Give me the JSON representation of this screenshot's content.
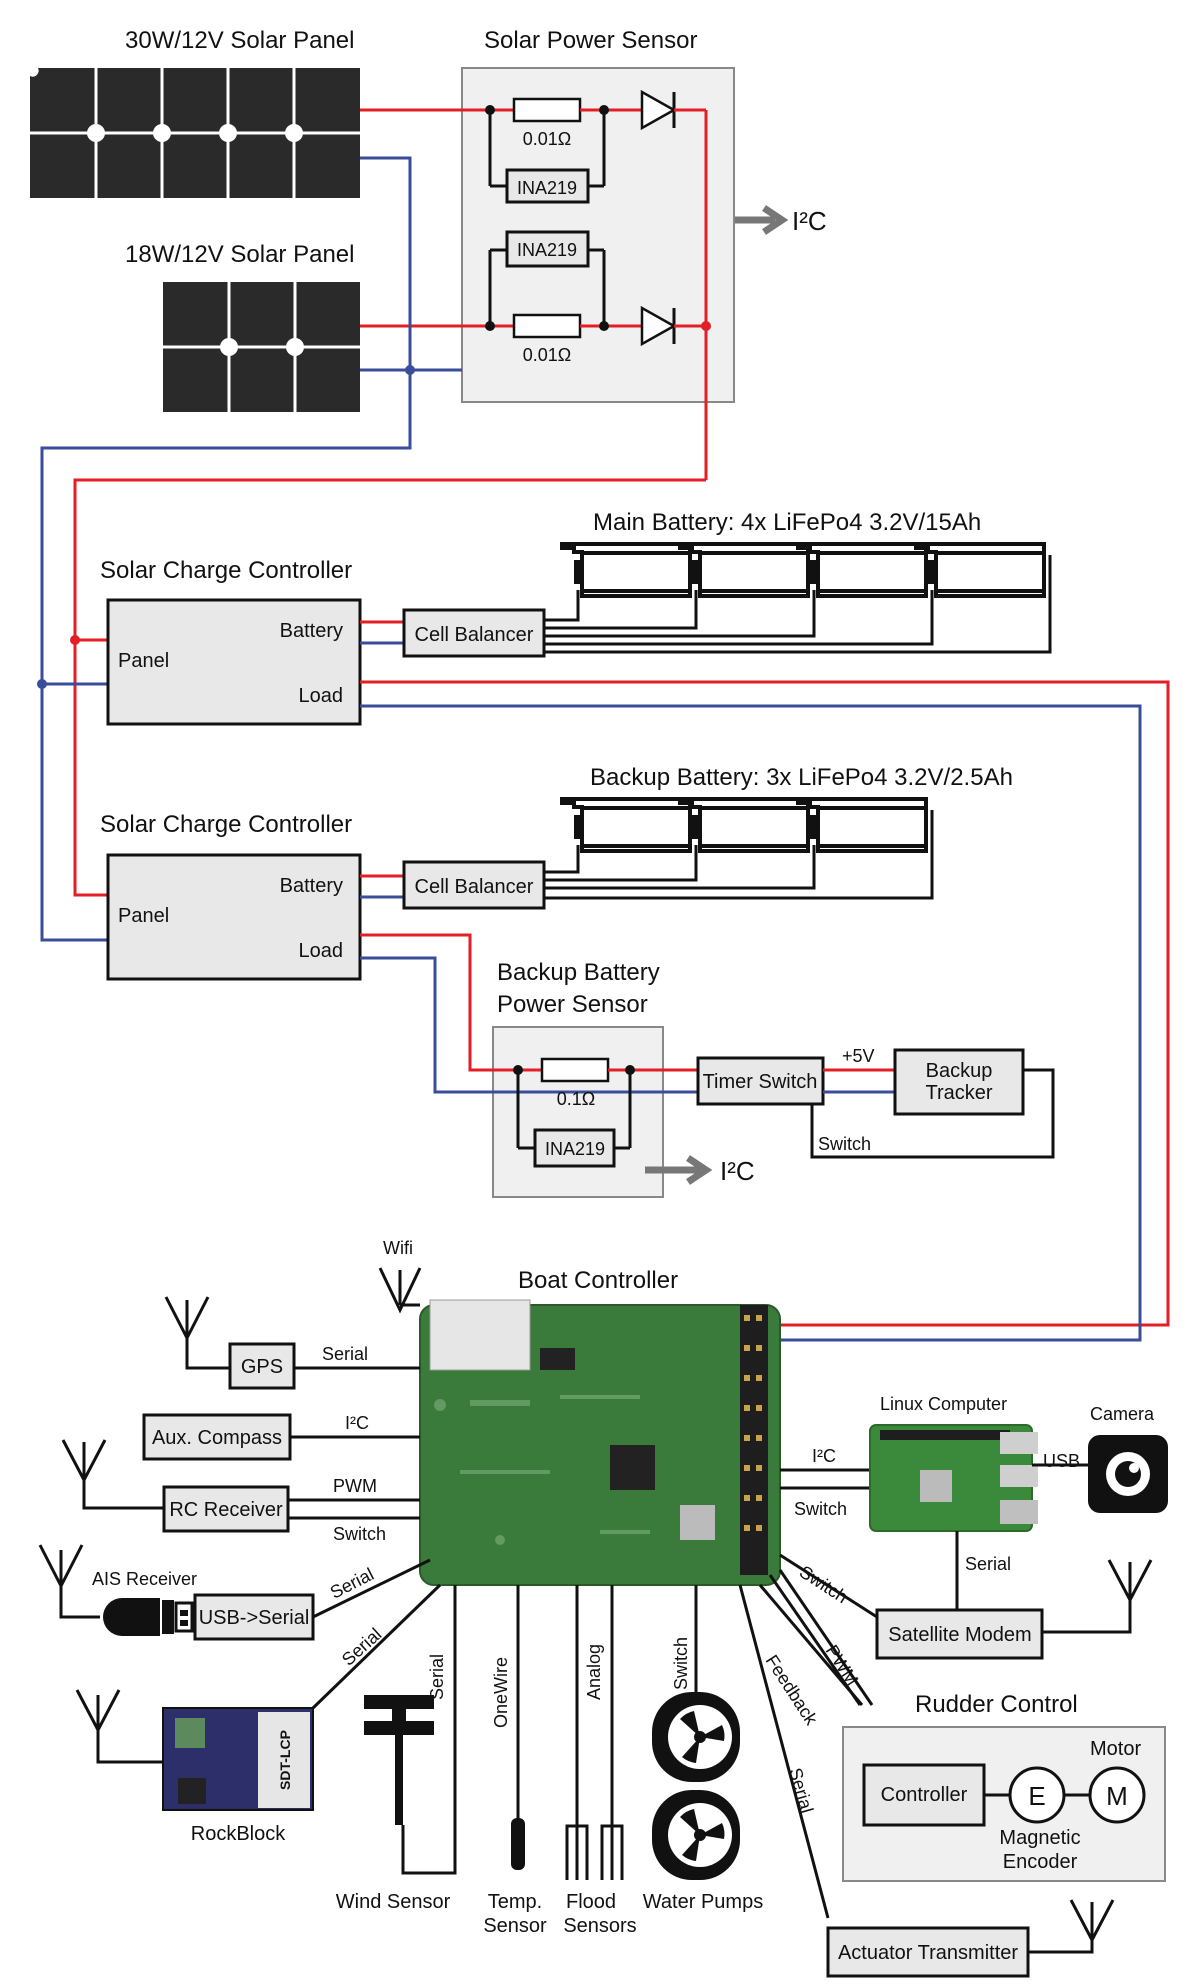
{
  "solar": {
    "panel30_title": "30W/12V Solar Panel",
    "panel18_title": "18W/12V Solar Panel",
    "sensor_title": "Solar Power Sensor",
    "resistor_top": "0.01Ω",
    "resistor_bottom": "0.01Ω",
    "ina_top": "INA219",
    "ina_bottom": "INA219",
    "i2c": "I²C"
  },
  "main_battery": {
    "title": "Main Battery: 4x LiFePo4 3.2V/15Ah"
  },
  "backup_battery": {
    "title": "Backup Battery: 3x LiFePo4 3.2V/2.5Ah"
  },
  "controller1": {
    "title": "Solar Charge Controller",
    "panel": "Panel",
    "battery": "Battery",
    "load": "Load",
    "balancer": "Cell Balancer"
  },
  "controller2": {
    "title": "Solar Charge Controller",
    "panel": "Panel",
    "battery": "Battery",
    "load": "Load",
    "balancer": "Cell Balancer"
  },
  "backup_sensor": {
    "title_line1": "Backup Battery",
    "title_line2": "Power Sensor",
    "resistor": "0.1Ω",
    "ina": "INA219",
    "i2c": "I²C",
    "timer_switch": "Timer Switch",
    "plus5v": "+5V",
    "tracker_line1": "Backup",
    "tracker_line2": "Tracker",
    "switch": "Switch"
  },
  "boat": {
    "title": "Boat Controller",
    "wifi": "Wifi",
    "gps": "GPS",
    "gps_link": "Serial",
    "compass": "Aux. Compass",
    "compass_link": "I²C",
    "rc": "RC Receiver",
    "rc_pwm": "PWM",
    "rc_switch": "Switch",
    "ais_title": "AIS Receiver",
    "usb_serial": "USB->Serial",
    "ais_link": "Serial",
    "rockblock_link": "Serial",
    "rockblock": "RockBlock",
    "rockblock_chip": "SDT-LCP",
    "wind_link": "Serial",
    "wind": "Wind Sensor",
    "temp_link": "OneWire",
    "temp_line1": "Temp.",
    "temp_line2": "Sensor",
    "flood_link": "Analog",
    "flood_line1": "Flood",
    "flood_line2": "Sensors",
    "pump_link": "Switch",
    "pumps": "Water Pumps",
    "serial_bottom": "Serial",
    "feedback": "Feedback",
    "pwm": "PWM",
    "switch_sat": "Switch",
    "linux_i2c": "I²C",
    "linux_switch": "Switch"
  },
  "linux": {
    "title": "Linux Computer",
    "usb": "USB",
    "camera": "Camera",
    "serial": "Serial"
  },
  "satellite": {
    "label": "Satellite Modem"
  },
  "rudder": {
    "title": "Rudder Control",
    "controller": "Controller",
    "motor": "Motor",
    "e": "E",
    "m": "M",
    "encoder_line1": "Magnetic",
    "encoder_line2": "Encoder"
  },
  "actuator": {
    "label": "Actuator Transmitter"
  },
  "colors": {
    "positive_wire": "#e41e26",
    "negative_wire": "#3a4d9a",
    "pcb_green": "#3a7a3a",
    "box_fill": "#e8e8e8"
  }
}
